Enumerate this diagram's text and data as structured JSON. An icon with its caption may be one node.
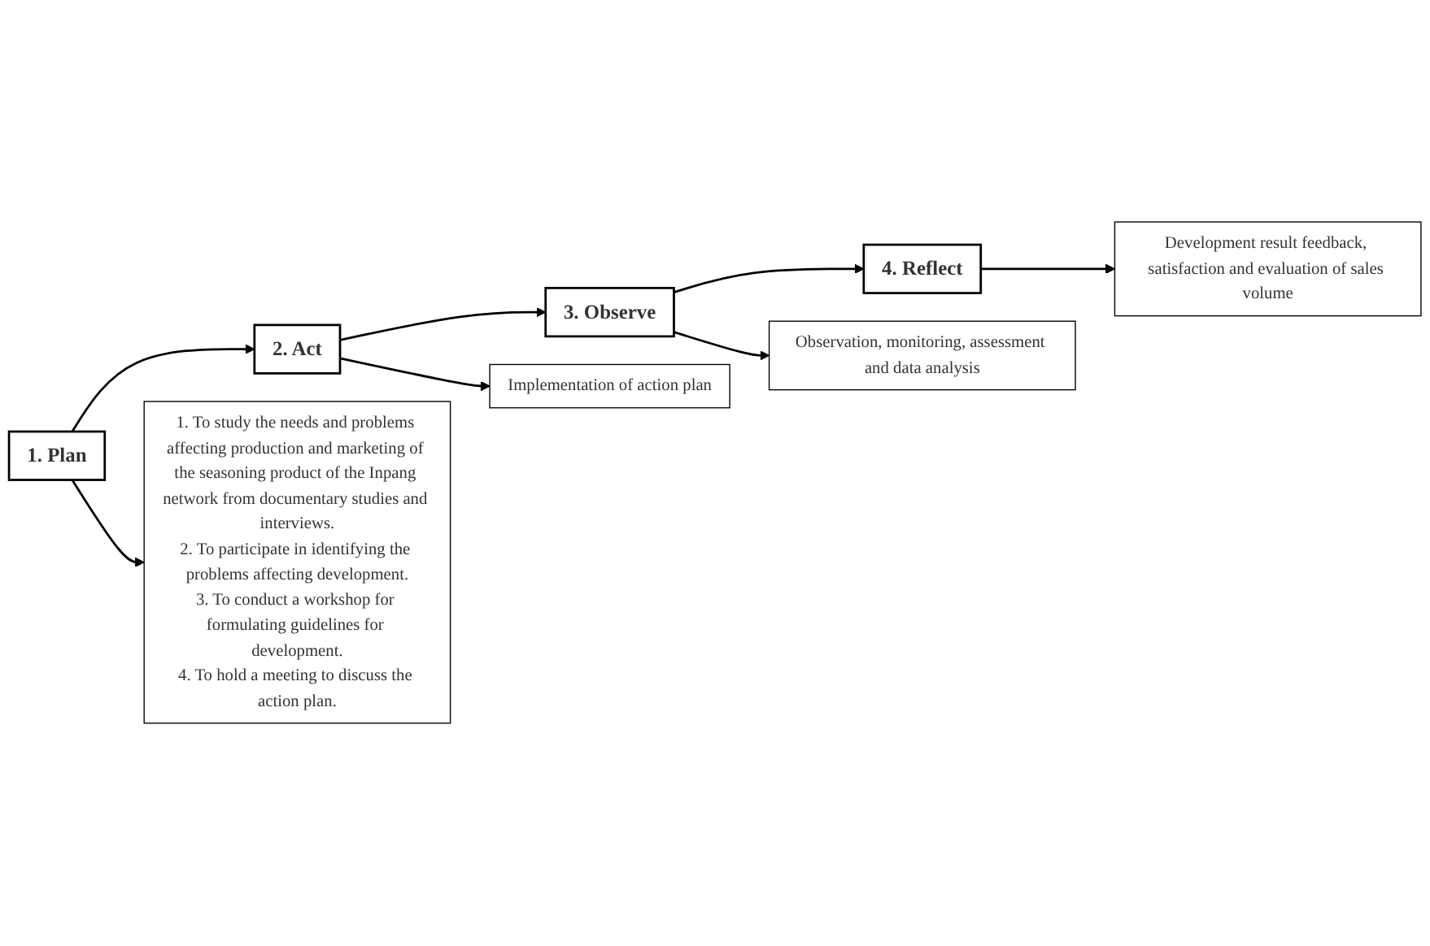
{
  "diagram": {
    "nodes": [
      {
        "text": [
          "1. Plan"
        ]
      },
      {
        "text": [
          "1. To study the needs and problems affecting production and marketing of the seasoning product of the Inpang network from documentary studies and interviews.",
          "2. To participate in identifying the problems affecting development.",
          "3. To conduct a workshop for formulating guidelines for development.",
          "4. To hold a meeting to discuss the action plan."
        ]
      },
      {
        "text": [
          "2. Act"
        ]
      },
      {
        "text": [
          "Implementation of action plan"
        ]
      },
      {
        "text": [
          "3. Observe"
        ]
      },
      {
        "text": [
          "Observation, monitoring, assessment and data analysis"
        ]
      },
      {
        "text": [
          "4. Reflect"
        ]
      },
      {
        "text": [
          "Development result feedback, satisfaction and evaluation of sales volume"
        ]
      }
    ],
    "edges": [
      {
        "from": 0,
        "to": 1,
        "arrow": "to"
      },
      {
        "from": 0,
        "to": 2,
        "arrow": "to"
      },
      {
        "from": 2,
        "to": 3,
        "arrow": "to"
      },
      {
        "from": 2,
        "to": 4,
        "arrow": "to"
      },
      {
        "from": 4,
        "to": 5,
        "arrow": "to"
      },
      {
        "from": 4,
        "to": 6,
        "arrow": "to"
      },
      {
        "from": 6,
        "to": 7,
        "arrow": "to"
      }
    ]
  }
}
